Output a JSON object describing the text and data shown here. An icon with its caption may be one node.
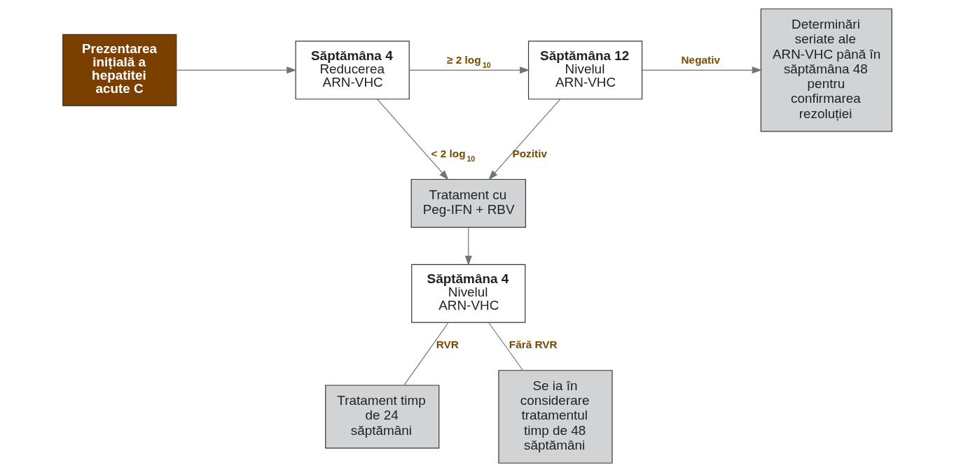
{
  "diagram": {
    "nodes": [
      {
        "text": [
          "Prezentarea inițială a hepatitei acute C"
        ]
      },
      {
        "text": [
          "Săptămâna 4",
          "Reducerea ARN-VHC"
        ]
      },
      {
        "text": [
          "Săptămâna 12",
          "Nivelul ARN-VHC"
        ]
      },
      {
        "text": [
          "Determinări seriate ale ARN-VHC până în săptămâna 48 pentru confirmarea rezoluției"
        ]
      },
      {
        "text": [
          "Tratament cu Peg-IFN + RBV"
        ]
      },
      {
        "text": [
          "Săptămâna 4",
          "Nivelul ARN-VHC"
        ]
      },
      {
        "text": [
          "Tratament timp de 24 săptămâni"
        ]
      },
      {
        "text": [
          "Se ia în considerare tratamentul timp de 48 săptămâni"
        ]
      }
    ],
    "edges": [
      {
        "from": 0,
        "to": 1,
        "arrow": "to"
      },
      {
        "from": 1,
        "to": 2,
        "arrow": "to",
        "label": "≥ 2 log$_{10}$"
      },
      {
        "from": 2,
        "to": 3,
        "arrow": "to",
        "label": "Negativ"
      },
      {
        "from": 1,
        "to": 4,
        "arrow": "to",
        "label": "< 2 log$_{10}$"
      },
      {
        "from": 2,
        "to": 4,
        "arrow": "to",
        "label": "Pozitiv"
      },
      {
        "from": 4,
        "to": 5,
        "arrow": "to"
      },
      {
        "from": 5,
        "to": 6,
        "arrow": "none",
        "label": "RVR"
      },
      {
        "from": 5,
        "to": 7,
        "arrow": "none",
        "label": "Fără RVR"
      }
    ]
  }
}
